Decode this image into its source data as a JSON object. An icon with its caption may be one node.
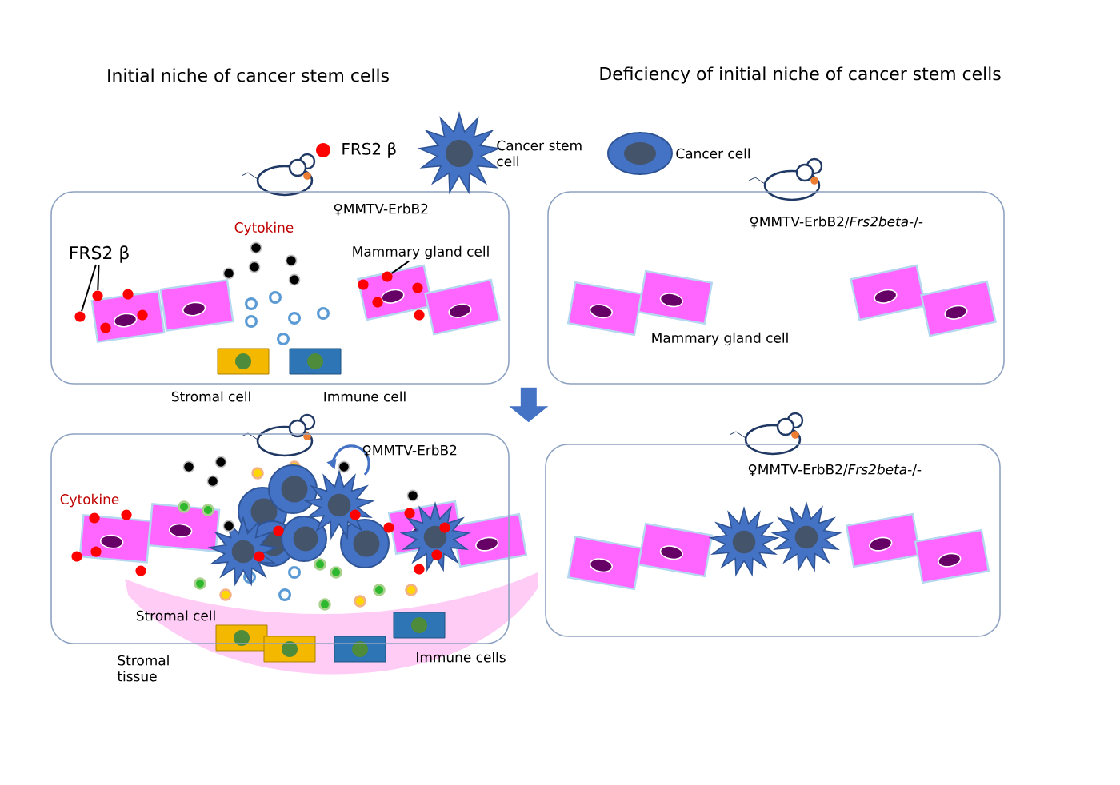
{
  "diagram": {
    "nodes": [
      {
        "text": [
          "♀MMTV-ErbB2"
        ]
      },
      {
        "text": [
          "♀MMTV-ErbB2/*Frs2beta*-/-"
        ]
      },
      {
        "text": [
          "♀MMTV-ErbB2"
        ]
      },
      {
        "text": [
          "♀MMTV-ErbB2/*Frs2beta*-/-"
        ]
      },
      {
        "text": [
          "FRS2 β"
        ],
        "in": 0
      },
      {
        "text": [
          "Mammary gland cell"
        ],
        "in": 0
      },
      {
        "text": [],
        "shape": "circle",
        "in": 0
      },
      {
        "text": [],
        "shape": "circle",
        "in": 0
      },
      {
        "text": [],
        "shape": "circle",
        "in": 0
      }
    ],
    "edges": [
      {
        "from": 0,
        "to": 2,
        "arrow": "to",
        "style": "thick",
        "color": "#4472c4"
      },
      {
        "from": 4,
        "to": 6,
        "arrow": "none"
      },
      {
        "from": 4,
        "to": 7,
        "arrow": "none"
      },
      {
        "from": 5,
        "to": 8,
        "arrow": "none"
      }
    ],
    "labels": [
      "Initial niche of cancer stem cells",
      "Deficiency of initial niche of cancer stem cells",
      "Cytokine",
      "Stromal cell",
      "Immune cell",
      "Mammary gland cell",
      "Cytokine",
      "Stromal cell",
      "Stromal tissue",
      "Immune cells"
    ],
    "legend": [
      {
        "text": "FRS2 β",
        "color": "#ff0000"
      },
      {
        "text": "Cancer stem cell"
      },
      {
        "text": "Cancer cell"
      }
    ]
  }
}
